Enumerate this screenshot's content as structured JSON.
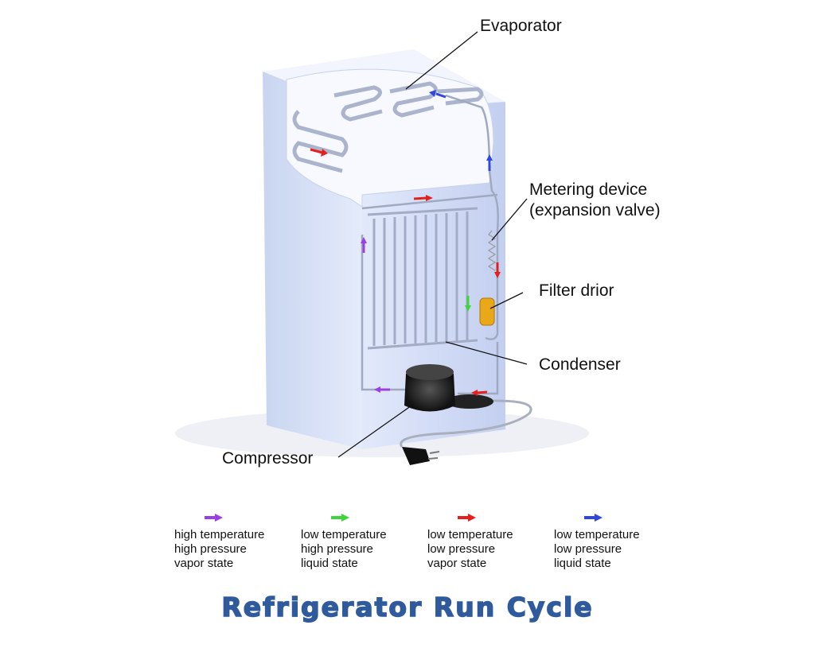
{
  "labels": {
    "evaporator": "Evaporator",
    "metering_line1": "Metering device",
    "metering_line2": "(expansion valve)",
    "filter_drier": "Filter drior",
    "condenser": "Condenser",
    "compressor": "Compressor"
  },
  "legend": [
    {
      "color": "#9b3fe0",
      "lines": [
        "high temperature",
        "high pressure",
        "vapor state"
      ]
    },
    {
      "color": "#3ed43a",
      "lines": [
        "low temperature",
        "high pressure",
        "liquid state"
      ]
    },
    {
      "color": "#e3201b",
      "lines": [
        "low temperature",
        "low pressure",
        "vapor state"
      ]
    },
    {
      "color": "#2f46e0",
      "lines": [
        "low temperature",
        "low pressure",
        "liquid state"
      ]
    }
  ],
  "title": "Refrigerator Run Cycle"
}
